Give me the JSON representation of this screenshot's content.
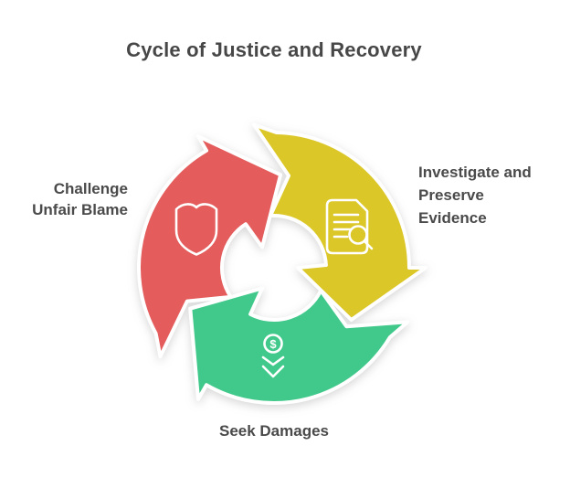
{
  "title": "Cycle of Justice and Recovery",
  "colors": {
    "red": "#E45C5C",
    "yellow": "#DCC728",
    "green": "#41C98B",
    "text_dark": "#474747",
    "separator": "#FFFFFF"
  },
  "cycle": {
    "segments": [
      {
        "name": "challenge-unfair-blame",
        "color_key": "red",
        "icon": "shield-icon",
        "label_lines": [
          "Challenge",
          "Unfair Blame"
        ]
      },
      {
        "name": "investigate-preserve-evidence",
        "color_key": "yellow",
        "icon": "document-search-icon",
        "label_lines": [
          "Investigate and",
          "Preserve",
          "Evidence"
        ]
      },
      {
        "name": "seek-damages",
        "color_key": "green",
        "icon": "dollar-pin-icon",
        "icon_glyph": "$",
        "label_lines": [
          "Seek Damages"
        ]
      }
    ]
  }
}
